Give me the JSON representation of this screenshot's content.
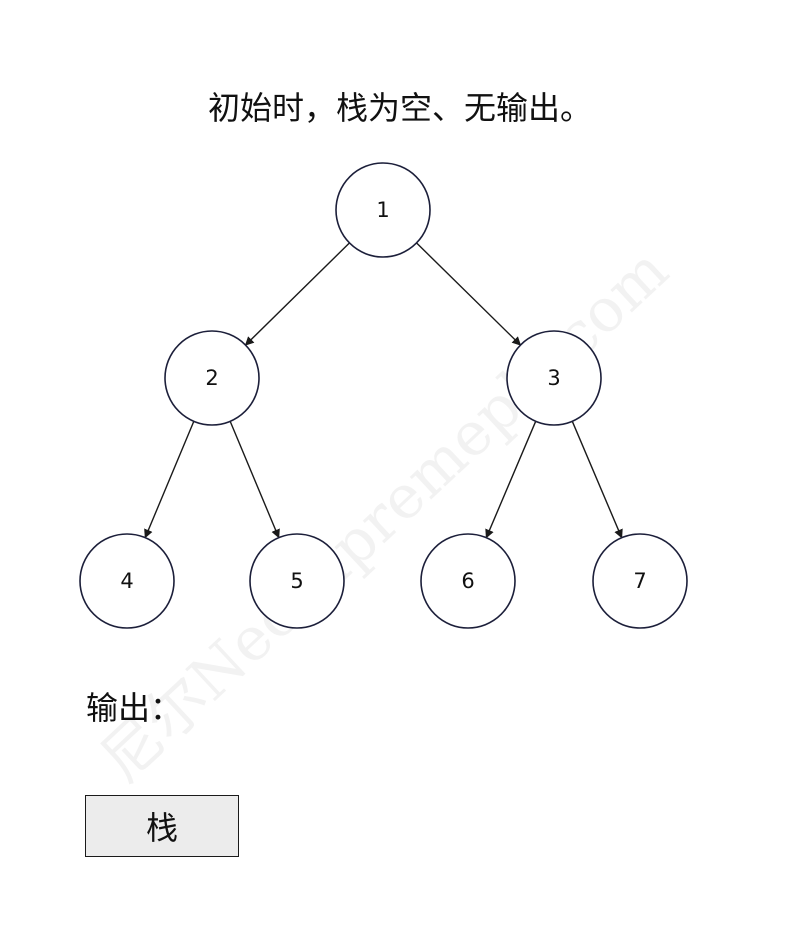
{
  "title": "初始时，栈为空、无输出。",
  "output_label": "输出：",
  "stack_label": "栈",
  "watermark": "尼尔Neosupremeple.com",
  "tree": {
    "nodes": [
      {
        "id": "1",
        "label": "1"
      },
      {
        "id": "2",
        "label": "2"
      },
      {
        "id": "3",
        "label": "3"
      },
      {
        "id": "4",
        "label": "4"
      },
      {
        "id": "5",
        "label": "5"
      },
      {
        "id": "6",
        "label": "6"
      },
      {
        "id": "7",
        "label": "7"
      }
    ],
    "edges": [
      {
        "from": "1",
        "to": "2"
      },
      {
        "from": "1",
        "to": "3"
      },
      {
        "from": "2",
        "to": "4"
      },
      {
        "from": "2",
        "to": "5"
      },
      {
        "from": "3",
        "to": "6"
      },
      {
        "from": "3",
        "to": "7"
      }
    ]
  },
  "colors": {
    "node_stroke": "#1c1f3a",
    "edge": "#1a1a1a",
    "stack_fill": "#ececec"
  }
}
